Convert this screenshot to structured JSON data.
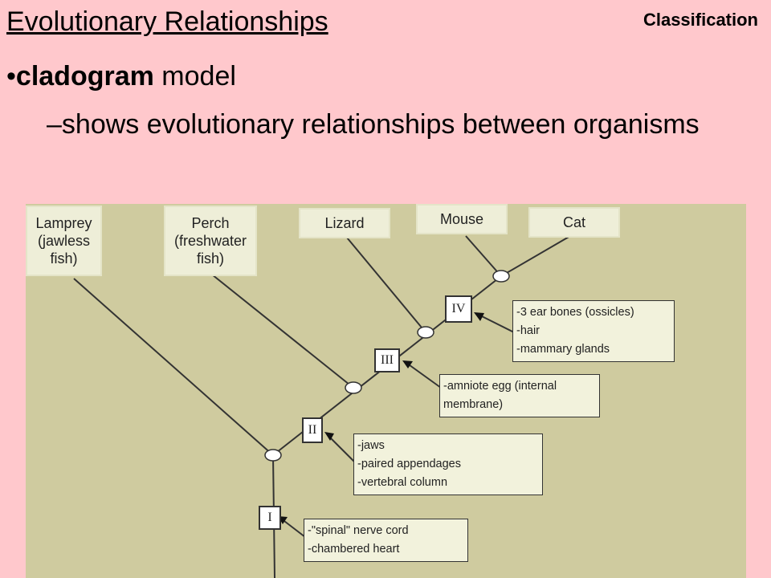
{
  "slide": {
    "corner_tag": "Classification",
    "title": "Evolutionary Relationships",
    "bullet_1_bold": "cladogram",
    "bullet_1_rest": " model",
    "bullet_2": "–shows evolutionary relationships between organisms"
  },
  "cladogram": {
    "taxa": [
      {
        "label": "Lamprey\n(jawless\nfish)"
      },
      {
        "label": "Perch\n(freshwater\nfish)"
      },
      {
        "label": "Lizard"
      },
      {
        "label": "Mouse"
      },
      {
        "label": "Cat"
      }
    ],
    "characters": [
      {
        "numeral": "I",
        "traits": [
          "-\"spinal\" nerve cord",
          "-chambered heart"
        ]
      },
      {
        "numeral": "II",
        "traits": [
          "-jaws",
          "-paired appendages",
          "-vertebral column"
        ]
      },
      {
        "numeral": "III",
        "traits": [
          "-amniote egg (internal",
          "membrane)"
        ]
      },
      {
        "numeral": "IV",
        "traits": [
          "-3 ear bones (ossicles)",
          "-hair",
          "-mammary glands"
        ]
      }
    ]
  }
}
